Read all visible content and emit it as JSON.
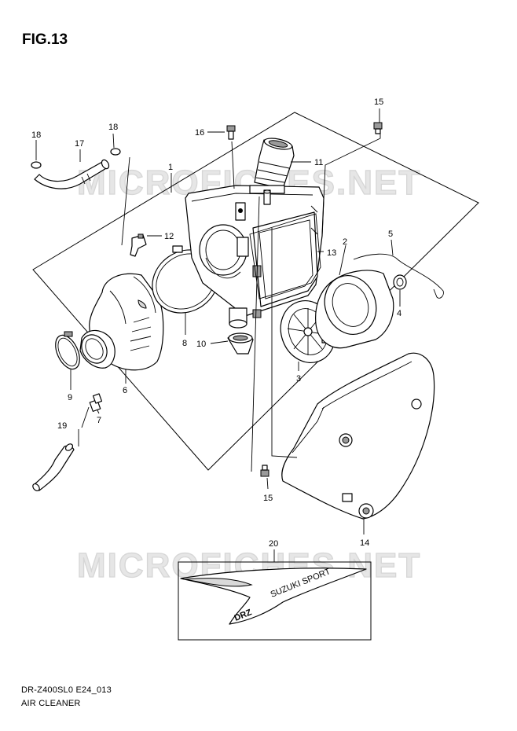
{
  "figure": {
    "title": "FIG.13",
    "code": "DR-Z400SL0 E24_013",
    "caption": "AIR CLEANER"
  },
  "watermark": {
    "text": "MICROFICHES.NET",
    "color": "#e6e6e6"
  },
  "callouts": [
    "1",
    "2",
    "3",
    "4",
    "5",
    "6",
    "7",
    "8",
    "9",
    "10",
    "11",
    "12",
    "13",
    "14",
    "15",
    "15",
    "16",
    "17",
    "18",
    "18",
    "19",
    "20"
  ],
  "decal": {
    "text_upper": "SUZUKI SPORT",
    "text_lower": "DRZ"
  }
}
